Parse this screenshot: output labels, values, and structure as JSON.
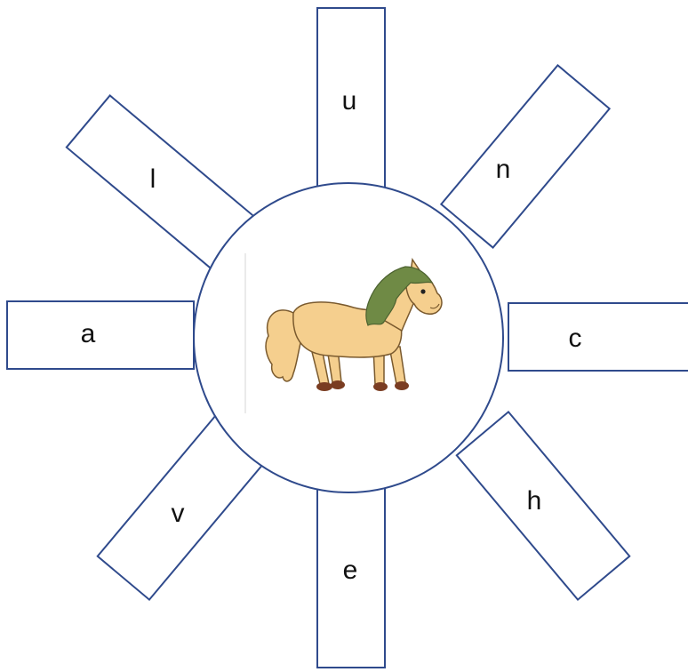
{
  "puzzle": {
    "center_picture": "horse-icon",
    "letters": [
      "u",
      "n",
      "c",
      "h",
      "e",
      "v",
      "a",
      "l"
    ]
  },
  "colors": {
    "outline": "#2f4a8c",
    "horse_body": "#f5cf8e",
    "horse_mane": "#6f8a45",
    "horse_hooves": "#7a3d22"
  }
}
